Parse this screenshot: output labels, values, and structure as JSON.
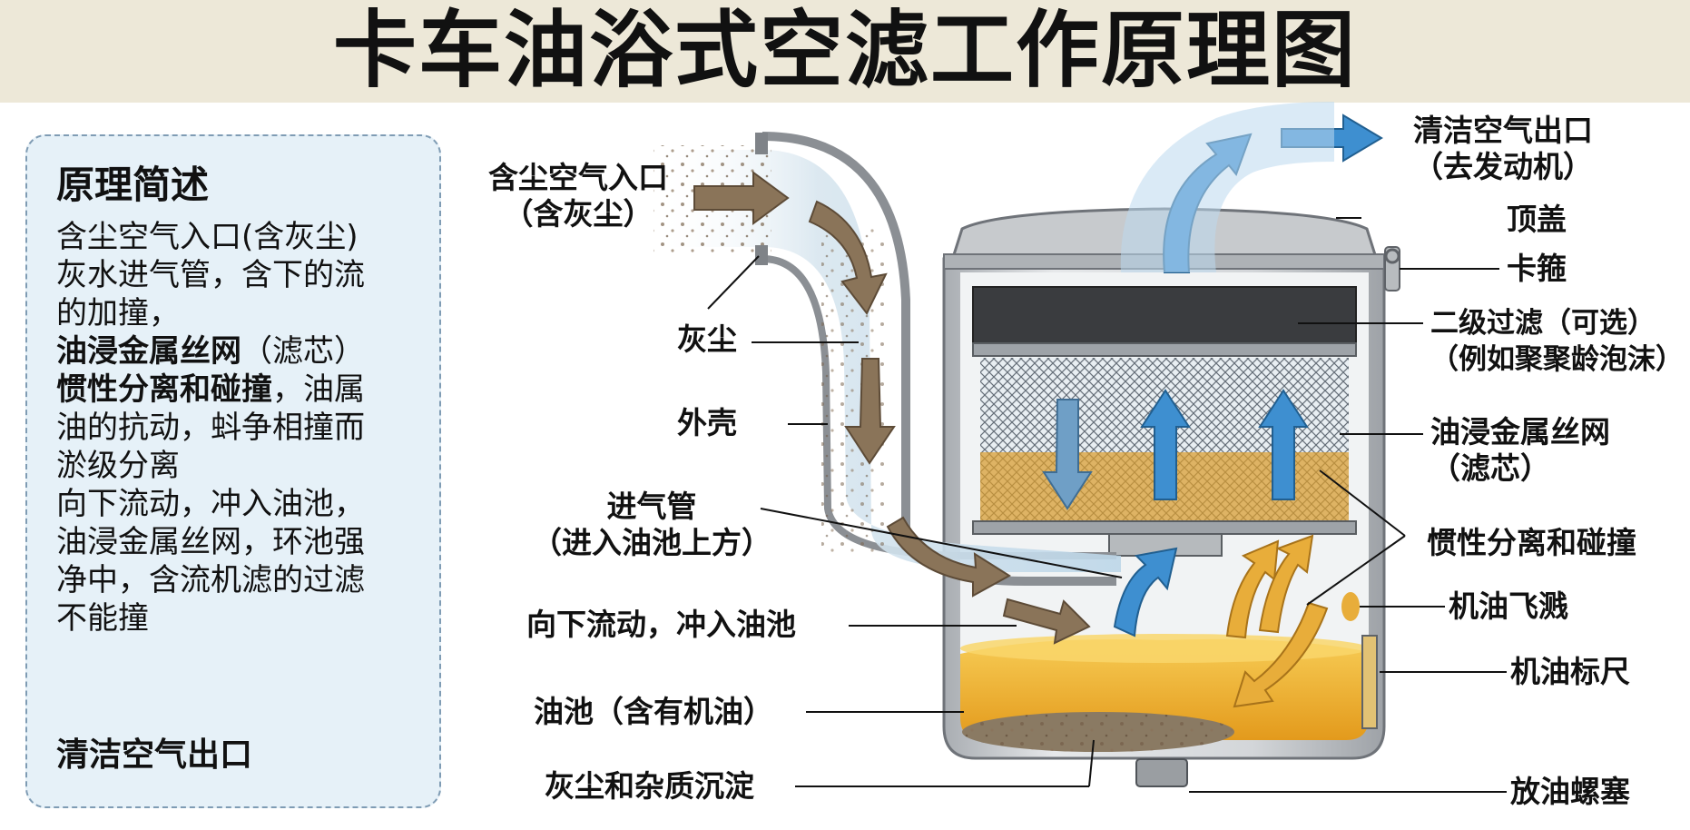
{
  "title": "卡车油浴式空滤工作原理图",
  "summary": {
    "heading": "原理简述",
    "lines": [
      {
        "text": "含尘空气入口(含灰尘)",
        "bold": false
      },
      {
        "text": "灰水进气管，含下的流",
        "bold": false
      },
      {
        "text": "的加撞，",
        "bold": false
      },
      {
        "bold_part": "油浸金属丝网",
        "rest": "（滤芯）"
      },
      {
        "bold_part": "惯性分离和碰撞",
        "rest": "，油属"
      },
      {
        "text": "油的抗动，蚪争相撞而",
        "bold": false
      },
      {
        "text": "淤级分离",
        "bold": false
      },
      {
        "text": "向下流动，冲入油池，",
        "bold": false
      },
      {
        "text": "油浸金属丝网，环池强",
        "bold": false
      },
      {
        "text": "净中，含流机滤的过滤",
        "bold": false
      },
      {
        "text": "不能撞",
        "bold": false
      }
    ],
    "footer": "清洁空气出口"
  },
  "labels": {
    "inlet": {
      "line1": "含尘空气入口",
      "line2": "（含灰尘）"
    },
    "dust": "灰尘",
    "shell": "外壳",
    "intake_pipe": {
      "line1": "进气管",
      "line2": "（进入油池上方）"
    },
    "downflow": "向下流动，冲入油池",
    "oil_pool": "油池（含有机油）",
    "sediment": "灰尘和杂质沉淀",
    "outlet": {
      "line1": "清洁空气出口",
      "line2": "（去发动机）"
    },
    "top_cover": "顶盖",
    "clamp": "卡箍",
    "secondary_filter": {
      "line1": "二级过滤（可选）",
      "line2": "（例如聚聚龄泡沫）"
    },
    "mesh_filter": {
      "line1": "油浸金属丝网",
      "line2": "（滤芯）"
    },
    "inertial_separation": "惯性分离和碰撞",
    "oil_splash": "机油飞溅",
    "dipstick": "机油标尺",
    "drain_plug": "放油螺塞"
  },
  "colors": {
    "title_band": "#ede8d8",
    "panel_bg": "#e6f1f8",
    "dirty_air": "#8b7558",
    "clean_air": "#3e8fd0",
    "oil": "#f2b52e",
    "metal": "#c9ccd0"
  }
}
